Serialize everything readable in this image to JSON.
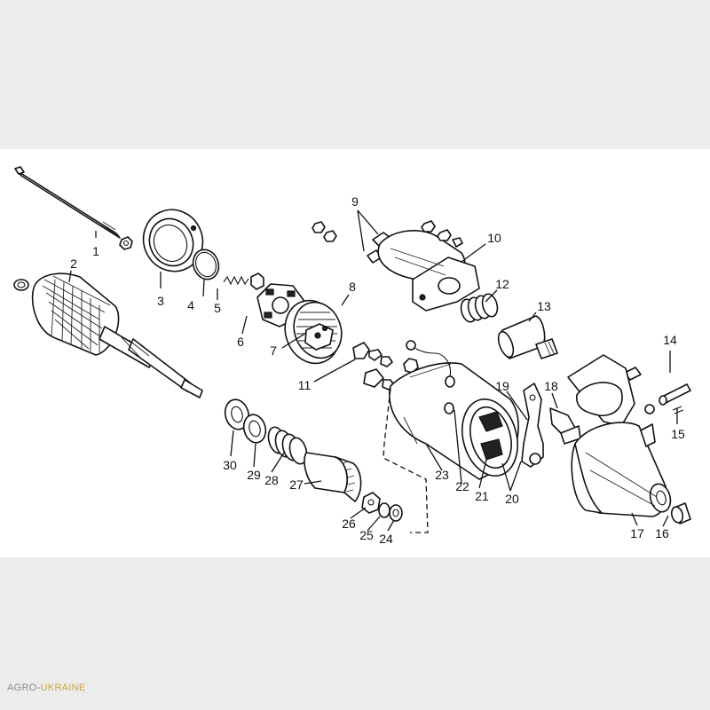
{
  "diagram": {
    "callouts": [
      "1",
      "2",
      "3",
      "4",
      "5",
      "6",
      "7",
      "8",
      "9",
      "10",
      "11",
      "12",
      "13",
      "14",
      "15",
      "16",
      "17",
      "18",
      "19",
      "20",
      "21",
      "22",
      "23",
      "24",
      "25",
      "26",
      "27",
      "28",
      "29",
      "30"
    ]
  },
  "watermark": {
    "prefix": "AGRO-",
    "suffix": "UKRAINE"
  }
}
